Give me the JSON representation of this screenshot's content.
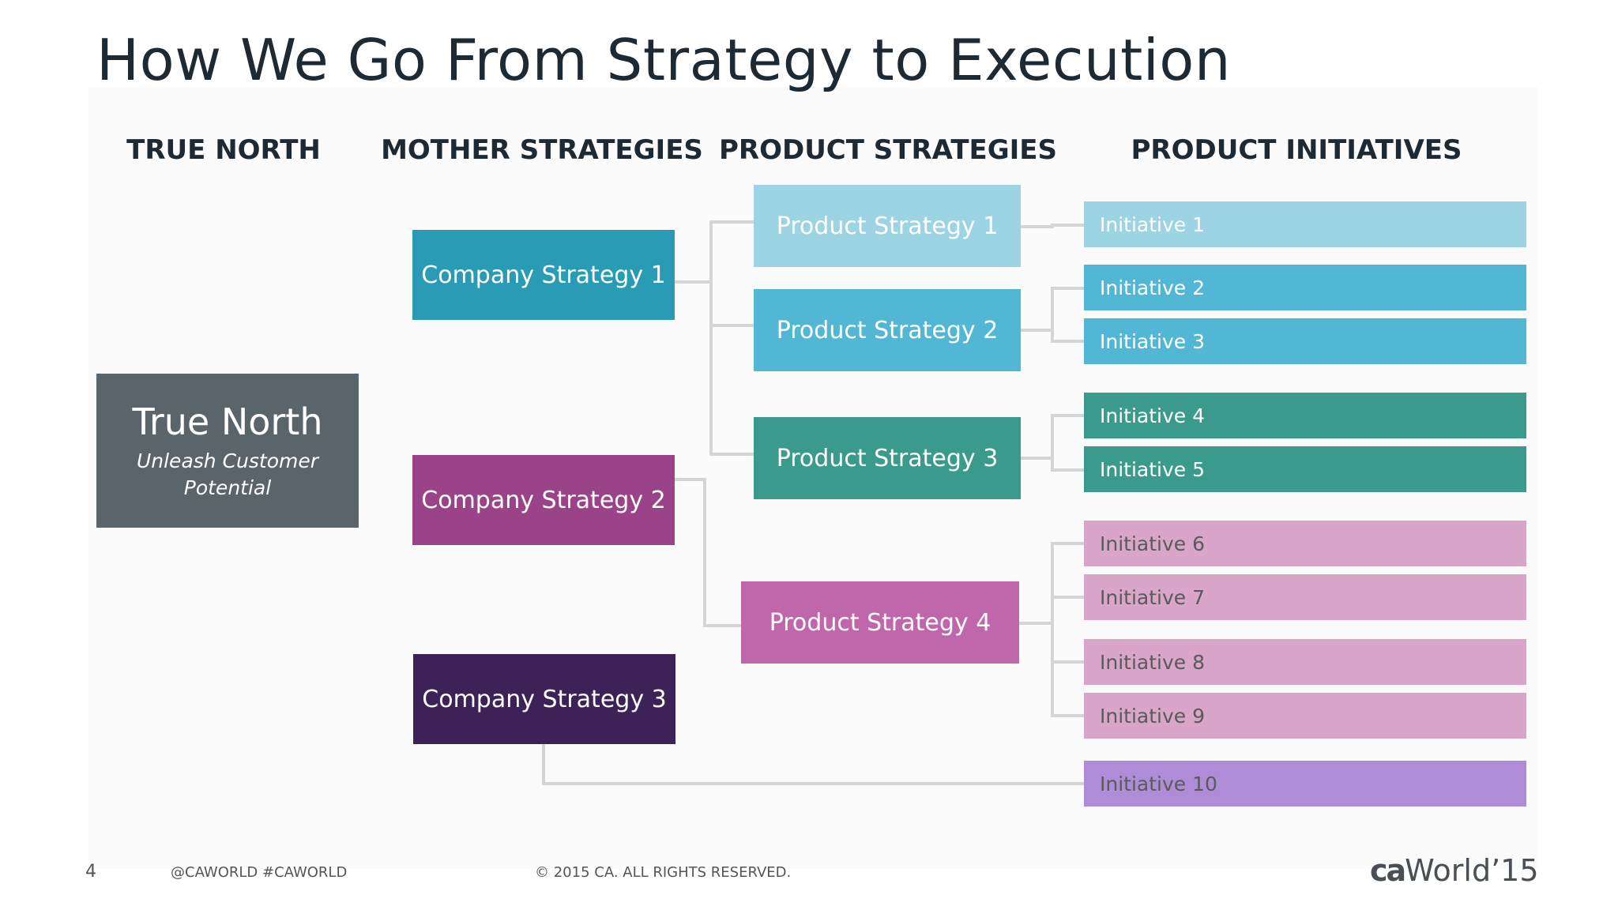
{
  "title": "How We Go From Strategy to Execution",
  "columns": {
    "true_north": "TRUE NORTH",
    "mother": "MOTHER STRATEGIES",
    "product_strategies": "PRODUCT STRATEGIES",
    "initiatives": "PRODUCT INITIATIVES"
  },
  "true_north": {
    "title": "True North",
    "subtitle_line1": "Unleash Customer",
    "subtitle_line2": "Potential"
  },
  "company_strategies": [
    "Company Strategy 1",
    "Company Strategy 2",
    "Company Strategy 3"
  ],
  "product_strategies": [
    "Product Strategy 1",
    "Product Strategy 2",
    "Product Strategy 3",
    "Product Strategy 4"
  ],
  "initiatives": [
    "Initiative 1",
    "Initiative 2",
    "Initiative 3",
    "Initiative 4",
    "Initiative 5",
    "Initiative 6",
    "Initiative 7",
    "Initiative 8",
    "Initiative 9",
    "Initiative 10"
  ],
  "colors": {
    "true_north": "#59646b",
    "company_1": "#2a9bb5",
    "company_2": "#9a4388",
    "company_3": "#3d2258",
    "ps_1": "#9dd4e3",
    "ps_2": "#52b7d5",
    "ps_3": "#3a9a8b",
    "ps_4": "#c067ac",
    "init_1": "#9dd4e3",
    "init_2_3": "#52b7d5",
    "init_4_5": "#3a9a8b",
    "init_6_9": "#d9a5c9",
    "init_10": "#ae8cd8",
    "connector": "#d5d5d5"
  },
  "footer": {
    "page": "4",
    "handles": "@CAWORLD    #CAWORLD",
    "copyright": "© 2015 CA. ALL RIGHTS RESERVED.",
    "logo_ca": "ca",
    "logo_world": "World",
    "logo_year": "’15"
  }
}
